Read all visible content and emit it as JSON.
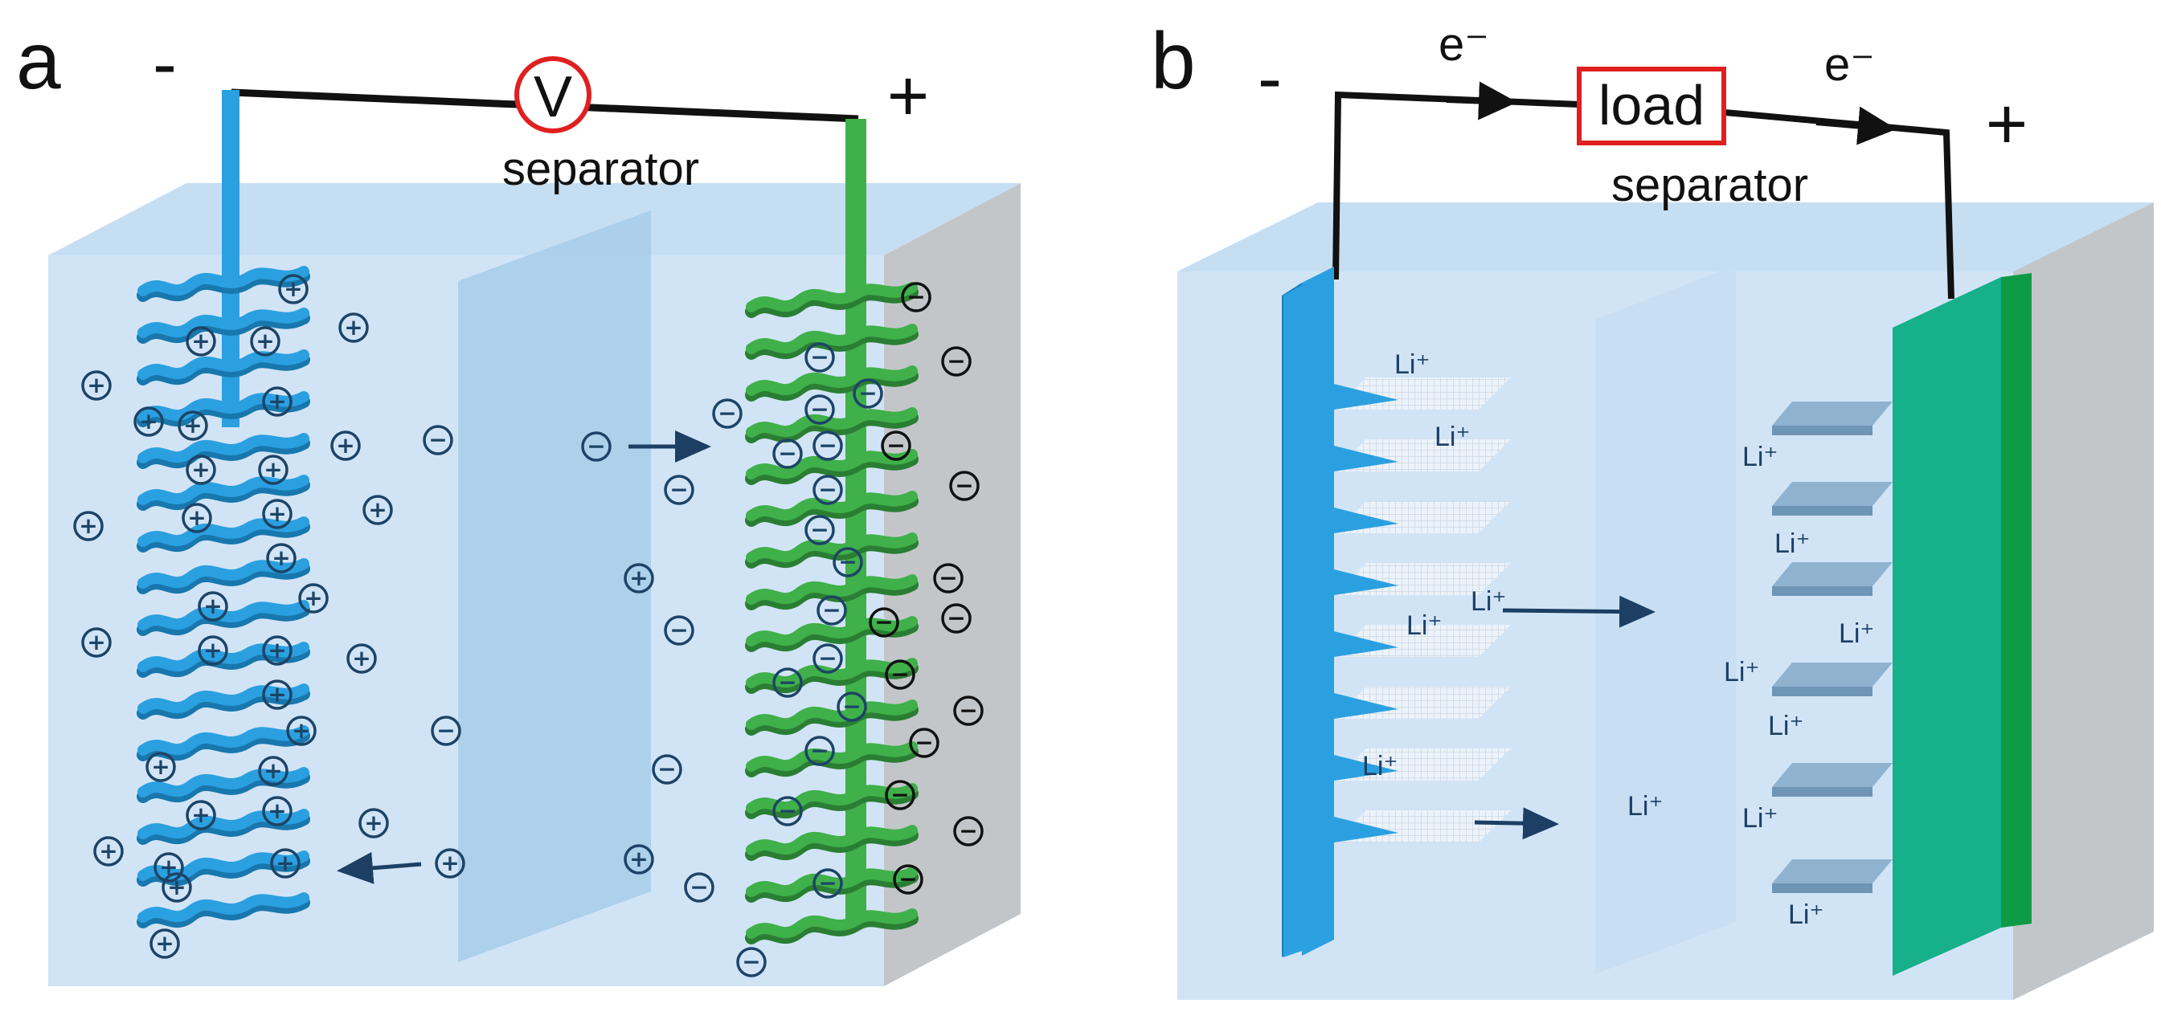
{
  "panel_a": {
    "label": "a",
    "neg_terminal": "-",
    "pos_terminal": "+",
    "meter_symbol": "V",
    "separator_label": "separator",
    "cation_symbol": "+",
    "anion_symbol": "−"
  },
  "panel_b": {
    "label": "b",
    "neg_terminal": "-",
    "pos_terminal": "+",
    "electron_left": "e⁻",
    "electron_right": "e⁻",
    "load_label": "load",
    "separator_label": "separator",
    "ion_label": "Li⁺"
  },
  "colors": {
    "electrolyte": "#cfe3f5",
    "electrolyte_top": "#bcd8f0",
    "box_side": "#c3c6c9",
    "negative_electrode": "#2ba0e0",
    "positive_electrode_a": "#3fb04a",
    "positive_electrode_b": "#16b08a",
    "separator": "#a8cdea",
    "wire": "#111111",
    "meter_ring": "#e02020",
    "load_box": "#e02020",
    "ion_text": "#1d4466",
    "arrow": "#1c3f63"
  }
}
